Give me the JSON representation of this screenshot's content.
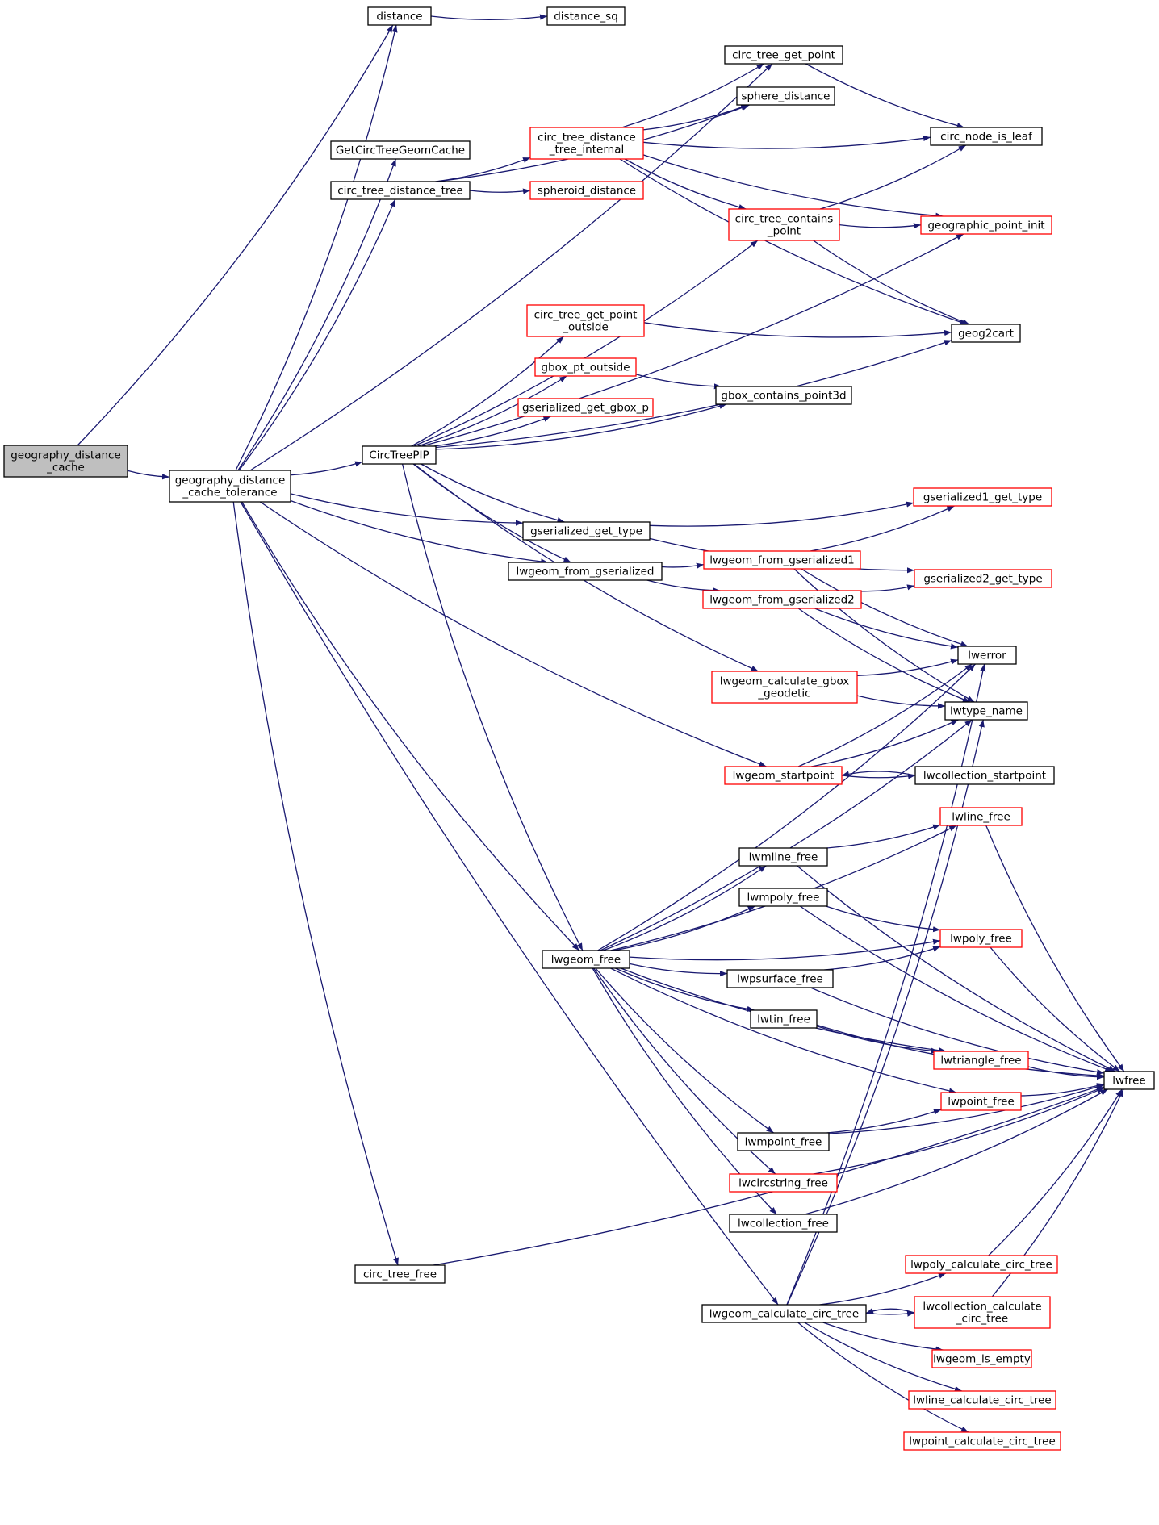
{
  "graph": {
    "kind": "call-graph",
    "colors": {
      "edge": "#191970",
      "box_normal": "#000000",
      "box_truncated": "#ff0000",
      "root_fill": "#bfbfbf",
      "fill": "#ffffff"
    },
    "nodes": [
      {
        "id": "n_root",
        "lines": [
          "geography_distance",
          "_cache"
        ],
        "style": "root"
      },
      {
        "id": "n_gdct",
        "lines": [
          "geography_distance",
          "_cache_tolerance"
        ],
        "style": "normal"
      },
      {
        "id": "n_distance",
        "lines": [
          "distance"
        ],
        "style": "normal"
      },
      {
        "id": "n_distance_sq",
        "lines": [
          "distance_sq"
        ],
        "style": "normal"
      },
      {
        "id": "n_ctgp",
        "lines": [
          "circ_tree_get_point"
        ],
        "style": "normal"
      },
      {
        "id": "n_sphere",
        "lines": [
          "sphere_distance"
        ],
        "style": "normal"
      },
      {
        "id": "n_ctdti",
        "lines": [
          "circ_tree_distance",
          "_tree_internal"
        ],
        "style": "truncated"
      },
      {
        "id": "n_cnil",
        "lines": [
          "circ_node_is_leaf"
        ],
        "style": "normal"
      },
      {
        "id": "n_gctgc",
        "lines": [
          "GetCircTreeGeomCache"
        ],
        "style": "normal"
      },
      {
        "id": "n_ctdt",
        "lines": [
          "circ_tree_distance_tree"
        ],
        "style": "normal"
      },
      {
        "id": "n_spheroid",
        "lines": [
          "spheroid_distance"
        ],
        "style": "truncated"
      },
      {
        "id": "n_ctcp",
        "lines": [
          "circ_tree_contains",
          "_point"
        ],
        "style": "truncated"
      },
      {
        "id": "n_gpi",
        "lines": [
          "geographic_point_init"
        ],
        "style": "truncated"
      },
      {
        "id": "n_ctgpo",
        "lines": [
          "circ_tree_get_point",
          "_outside"
        ],
        "style": "truncated"
      },
      {
        "id": "n_geog2cart",
        "lines": [
          "geog2cart"
        ],
        "style": "normal"
      },
      {
        "id": "n_gpo",
        "lines": [
          "gbox_pt_outside"
        ],
        "style": "truncated"
      },
      {
        "id": "n_gcp3d",
        "lines": [
          "gbox_contains_point3d"
        ],
        "style": "normal"
      },
      {
        "id": "n_ggbp",
        "lines": [
          "gserialized_get_gbox_p"
        ],
        "style": "truncated"
      },
      {
        "id": "n_ctpip",
        "lines": [
          "CircTreePIP"
        ],
        "style": "normal"
      },
      {
        "id": "n_g1gt",
        "lines": [
          "gserialized1_get_type"
        ],
        "style": "truncated"
      },
      {
        "id": "n_ggt",
        "lines": [
          "gserialized_get_type"
        ],
        "style": "normal"
      },
      {
        "id": "n_lfg1",
        "lines": [
          "lwgeom_from_gserialized1"
        ],
        "style": "truncated"
      },
      {
        "id": "n_lfg",
        "lines": [
          "lwgeom_from_gserialized"
        ],
        "style": "normal"
      },
      {
        "id": "n_g2gt",
        "lines": [
          "gserialized2_get_type"
        ],
        "style": "truncated"
      },
      {
        "id": "n_lfg2",
        "lines": [
          "lwgeom_from_gserialized2"
        ],
        "style": "truncated"
      },
      {
        "id": "n_lwerror",
        "lines": [
          "lwerror"
        ],
        "style": "normal"
      },
      {
        "id": "n_lcgg",
        "lines": [
          "lwgeom_calculate_gbox",
          "_geodetic"
        ],
        "style": "truncated"
      },
      {
        "id": "n_lwtype",
        "lines": [
          "lwtype_name"
        ],
        "style": "normal"
      },
      {
        "id": "n_lsp",
        "lines": [
          "lwgeom_startpoint"
        ],
        "style": "truncated"
      },
      {
        "id": "n_lcsp",
        "lines": [
          "lwcollection_startpoint"
        ],
        "style": "normal"
      },
      {
        "id": "n_lwline_free",
        "lines": [
          "lwline_free"
        ],
        "style": "truncated"
      },
      {
        "id": "n_lwmline_free",
        "lines": [
          "lwmline_free"
        ],
        "style": "normal"
      },
      {
        "id": "n_lwmpoly_free",
        "lines": [
          "lwmpoly_free"
        ],
        "style": "normal"
      },
      {
        "id": "n_lwpoly_free",
        "lines": [
          "lwpoly_free"
        ],
        "style": "truncated"
      },
      {
        "id": "n_lwgeom_free",
        "lines": [
          "lwgeom_free"
        ],
        "style": "normal"
      },
      {
        "id": "n_lwpsurface_free",
        "lines": [
          "lwpsurface_free"
        ],
        "style": "normal"
      },
      {
        "id": "n_lwtin_free",
        "lines": [
          "lwtin_free"
        ],
        "style": "normal"
      },
      {
        "id": "n_lwtriangle_free",
        "lines": [
          "lwtriangle_free"
        ],
        "style": "truncated"
      },
      {
        "id": "n_lwfree",
        "lines": [
          "lwfree"
        ],
        "style": "normal"
      },
      {
        "id": "n_lwpoint_free",
        "lines": [
          "lwpoint_free"
        ],
        "style": "truncated"
      },
      {
        "id": "n_lwmpoint_free",
        "lines": [
          "lwmpoint_free"
        ],
        "style": "normal"
      },
      {
        "id": "n_lwcirc_free",
        "lines": [
          "lwcircstring_free"
        ],
        "style": "truncated"
      },
      {
        "id": "n_lwcoll_free",
        "lines": [
          "lwcollection_free"
        ],
        "style": "normal"
      },
      {
        "id": "n_ctfree",
        "lines": [
          "circ_tree_free"
        ],
        "style": "normal"
      },
      {
        "id": "n_lpcct",
        "lines": [
          "lwpoly_calculate_circ_tree"
        ],
        "style": "truncated"
      },
      {
        "id": "n_lgcct",
        "lines": [
          "lwgeom_calculate_circ_tree"
        ],
        "style": "normal"
      },
      {
        "id": "n_lccct",
        "lines": [
          "lwcollection_calculate",
          "_circ_tree"
        ],
        "style": "truncated"
      },
      {
        "id": "n_lgie",
        "lines": [
          "lwgeom_is_empty"
        ],
        "style": "truncated"
      },
      {
        "id": "n_llcct",
        "lines": [
          "lwline_calculate_circ_tree"
        ],
        "style": "truncated"
      },
      {
        "id": "n_lptcct",
        "lines": [
          "lwpoint_calculate_circ_tree"
        ],
        "style": "truncated"
      }
    ],
    "edges": [
      [
        "n_root",
        "n_gdct"
      ],
      [
        "n_root",
        "n_distance"
      ],
      [
        "n_gdct",
        "n_distance"
      ],
      [
        "n_gdct",
        "n_ctgp"
      ],
      [
        "n_gdct",
        "n_gctgc"
      ],
      [
        "n_gdct",
        "n_ctdt"
      ],
      [
        "n_gdct",
        "n_ctpip"
      ],
      [
        "n_gdct",
        "n_ggt"
      ],
      [
        "n_gdct",
        "n_lfg"
      ],
      [
        "n_gdct",
        "n_lsp"
      ],
      [
        "n_gdct",
        "n_lwgeom_free"
      ],
      [
        "n_gdct",
        "n_ctfree"
      ],
      [
        "n_gdct",
        "n_lgcct"
      ],
      [
        "n_distance",
        "n_distance_sq"
      ],
      [
        "n_ctgp",
        "n_cnil"
      ],
      [
        "n_ctdt",
        "n_ctdti"
      ],
      [
        "n_ctdt",
        "n_sphere"
      ],
      [
        "n_ctdt",
        "n_spheroid"
      ],
      [
        "n_ctdti",
        "n_ctgp"
      ],
      [
        "n_ctdti",
        "n_sphere"
      ],
      [
        "n_ctdti",
        "n_cnil"
      ],
      [
        "n_ctdti",
        "n_ctcp"
      ],
      [
        "n_ctdti",
        "n_gpi"
      ],
      [
        "n_ctdti",
        "n_geog2cart"
      ],
      [
        "n_ctcp",
        "n_cnil"
      ],
      [
        "n_ctcp",
        "n_gpi"
      ],
      [
        "n_ctcp",
        "n_geog2cart"
      ],
      [
        "n_ctpip",
        "n_ctcp"
      ],
      [
        "n_ctpip",
        "n_gpi"
      ],
      [
        "n_ctpip",
        "n_ctgpo"
      ],
      [
        "n_ctpip",
        "n_gpo"
      ],
      [
        "n_ctpip",
        "n_ggbp"
      ],
      [
        "n_ctpip",
        "n_gcp3d"
      ],
      [
        "n_ctpip",
        "n_geog2cart"
      ],
      [
        "n_ctpip",
        "n_ggt"
      ],
      [
        "n_ctpip",
        "n_lfg"
      ],
      [
        "n_ctpip",
        "n_lcgg"
      ],
      [
        "n_ctpip",
        "n_lwgeom_free"
      ],
      [
        "n_ctgpo",
        "n_geog2cart"
      ],
      [
        "n_gpo",
        "n_gcp3d"
      ],
      [
        "n_ggt",
        "n_g1gt"
      ],
      [
        "n_ggt",
        "n_g2gt"
      ],
      [
        "n_lfg",
        "n_lfg1"
      ],
      [
        "n_lfg",
        "n_lfg2"
      ],
      [
        "n_lfg1",
        "n_g1gt"
      ],
      [
        "n_lfg1",
        "n_lwerror"
      ],
      [
        "n_lfg1",
        "n_lwtype"
      ],
      [
        "n_lfg2",
        "n_g2gt"
      ],
      [
        "n_lfg2",
        "n_lwerror"
      ],
      [
        "n_lfg2",
        "n_lwtype"
      ],
      [
        "n_lcgg",
        "n_lwerror"
      ],
      [
        "n_lcgg",
        "n_lwtype"
      ],
      [
        "n_lsp",
        "n_lcsp"
      ],
      [
        "n_lsp",
        "n_lwerror"
      ],
      [
        "n_lsp",
        "n_lwtype"
      ],
      [
        "n_lcsp",
        "n_lsp"
      ],
      [
        "n_lwgeom_free",
        "n_lwerror"
      ],
      [
        "n_lwgeom_free",
        "n_lwline_free"
      ],
      [
        "n_lwgeom_free",
        "n_lwmline_free"
      ],
      [
        "n_lwgeom_free",
        "n_lwmpoly_free"
      ],
      [
        "n_lwgeom_free",
        "n_lwpoly_free"
      ],
      [
        "n_lwgeom_free",
        "n_lwpsurface_free"
      ],
      [
        "n_lwgeom_free",
        "n_lwtin_free"
      ],
      [
        "n_lwgeom_free",
        "n_lwtriangle_free"
      ],
      [
        "n_lwgeom_free",
        "n_lwpoint_free"
      ],
      [
        "n_lwgeom_free",
        "n_lwmpoint_free"
      ],
      [
        "n_lwgeom_free",
        "n_lwcirc_free"
      ],
      [
        "n_lwgeom_free",
        "n_lwcoll_free"
      ],
      [
        "n_lwgeom_free",
        "n_lwtype"
      ],
      [
        "n_lwline_free",
        "n_lwfree"
      ],
      [
        "n_lwmline_free",
        "n_lwline_free"
      ],
      [
        "n_lwmline_free",
        "n_lwfree"
      ],
      [
        "n_lwmpoly_free",
        "n_lwpoly_free"
      ],
      [
        "n_lwmpoly_free",
        "n_lwfree"
      ],
      [
        "n_lwpoly_free",
        "n_lwfree"
      ],
      [
        "n_lwpsurface_free",
        "n_lwpoly_free"
      ],
      [
        "n_lwpsurface_free",
        "n_lwfree"
      ],
      [
        "n_lwtin_free",
        "n_lwtriangle_free"
      ],
      [
        "n_lwtin_free",
        "n_lwfree"
      ],
      [
        "n_lwtriangle_free",
        "n_lwfree"
      ],
      [
        "n_lwpoint_free",
        "n_lwfree"
      ],
      [
        "n_lwmpoint_free",
        "n_lwpoint_free"
      ],
      [
        "n_lwmpoint_free",
        "n_lwfree"
      ],
      [
        "n_lwcirc_free",
        "n_lwfree"
      ],
      [
        "n_lwcoll_free",
        "n_lwfree"
      ],
      [
        "n_ctfree",
        "n_lwfree"
      ],
      [
        "n_lgcct",
        "n_lpcct"
      ],
      [
        "n_lgcct",
        "n_lccct"
      ],
      [
        "n_lgcct",
        "n_lgie"
      ],
      [
        "n_lgcct",
        "n_llcct"
      ],
      [
        "n_lgcct",
        "n_lptcct"
      ],
      [
        "n_lgcct",
        "n_lwerror"
      ],
      [
        "n_lgcct",
        "n_lwtype"
      ],
      [
        "n_lccct",
        "n_lgcct"
      ],
      [
        "n_lpcct",
        "n_lwfree"
      ],
      [
        "n_lccct",
        "n_lwfree"
      ]
    ]
  }
}
